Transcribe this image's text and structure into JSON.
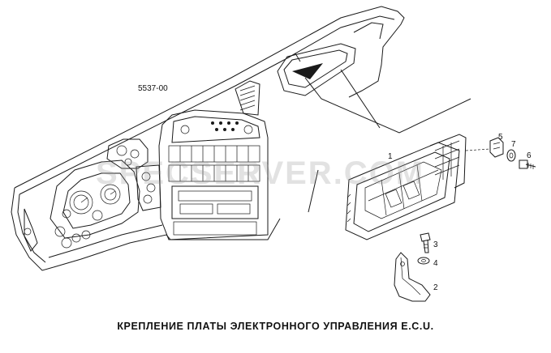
{
  "drawing_number": "5537-00",
  "callouts": {
    "part_1": "1",
    "part_2": "2",
    "part_3": "3",
    "part_4": "4",
    "part_5": "5",
    "part_6": "6",
    "part_7": "7"
  },
  "watermark": "SPECSERVER.COM",
  "caption": "КРЕПЛЕНИЕ ПЛАТЫ ЭЛЕКТРОННОГО УПРАВЛЕНИЯ E.C.U.",
  "colors": {
    "line": "#1a1a1a",
    "background": "#ffffff",
    "watermark": "#969696"
  }
}
